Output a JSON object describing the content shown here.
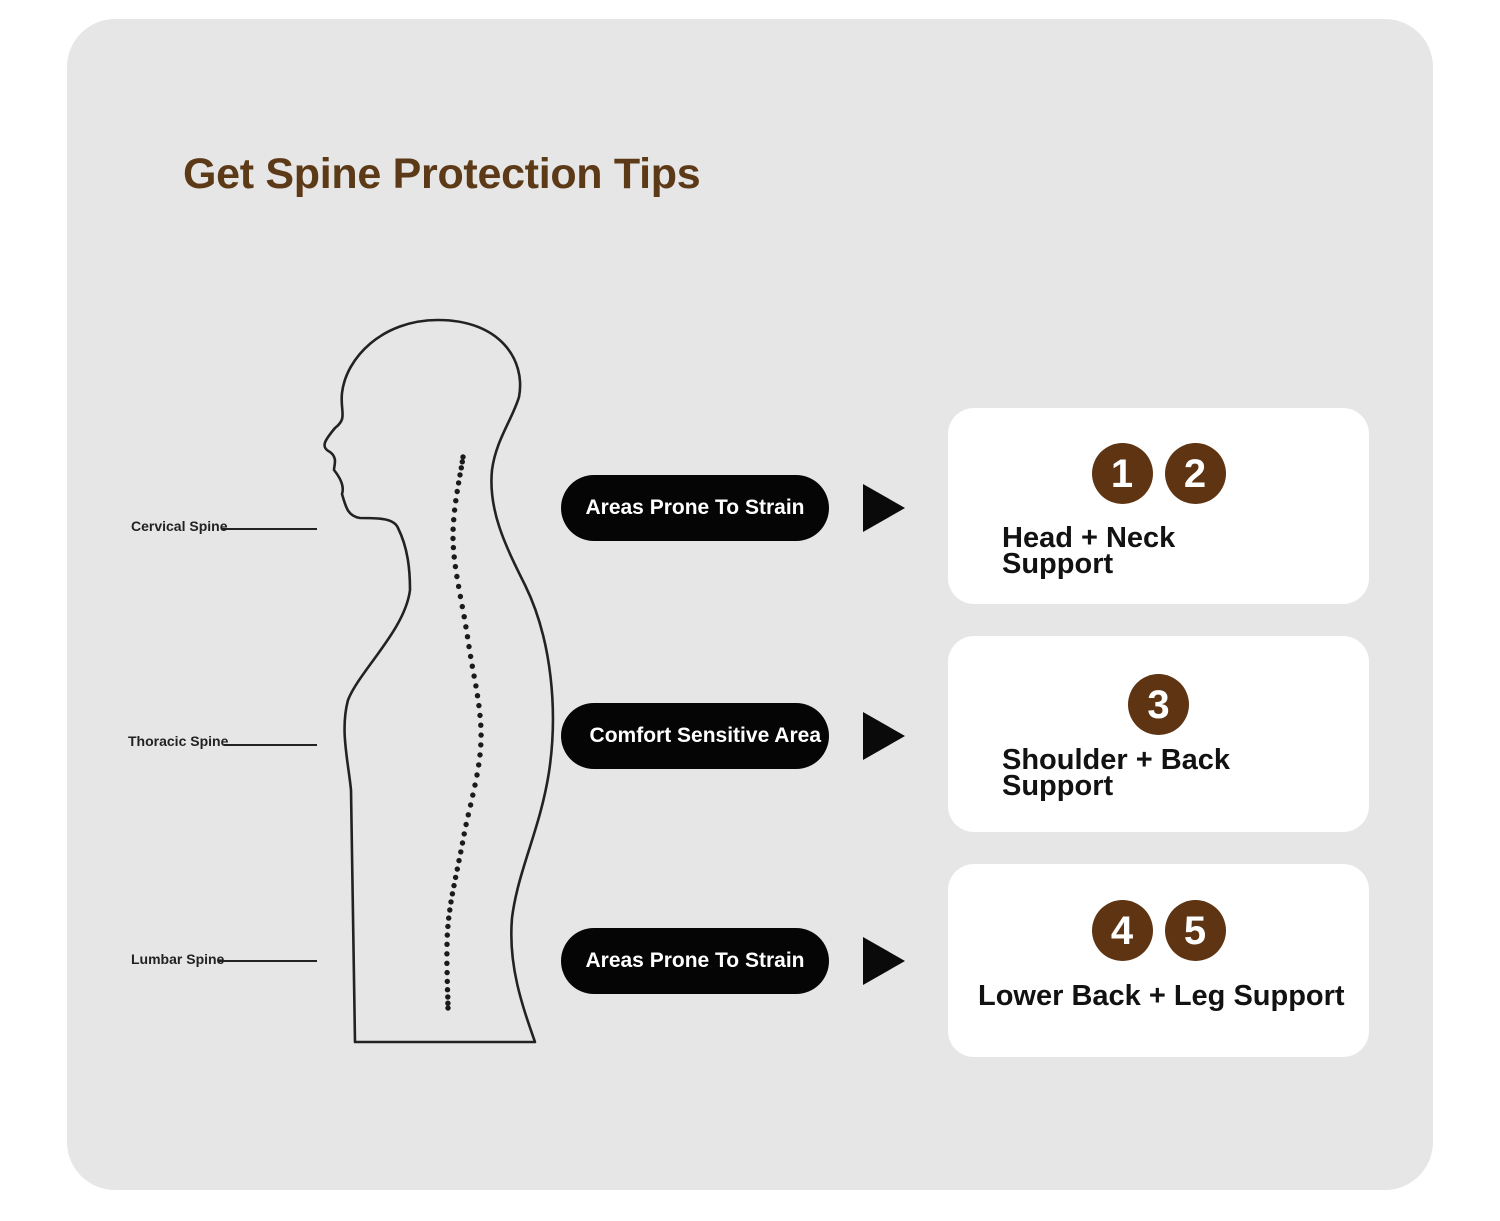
{
  "title": "Get Spine Protection Tips",
  "colors": {
    "title": "#5c3a17",
    "badge": "#5e3412",
    "pill": "#050505",
    "panel": "#e6e6e6",
    "card": "#ffffff"
  },
  "spine_labels": [
    {
      "text": "Cervical Spine"
    },
    {
      "text": "Thoracic Spine"
    },
    {
      "text": "Lumbar Spine"
    }
  ],
  "rows": [
    {
      "pill": "Areas Prone To Strain",
      "arrow_icon": "play-arrow-icon",
      "badges": [
        "1",
        "2"
      ],
      "support_line1": "Head + Neck",
      "support_line2": "Support"
    },
    {
      "pill": "Comfort Sensitive Area",
      "arrow_icon": "play-arrow-icon",
      "badges": [
        "3"
      ],
      "support_line1": "Shoulder + Back",
      "support_line2": "Support"
    },
    {
      "pill": "Areas Prone To Strain",
      "arrow_icon": "play-arrow-icon",
      "badges": [
        "4",
        "5"
      ],
      "support_line1": "Lower Back + Leg Support"
    }
  ]
}
